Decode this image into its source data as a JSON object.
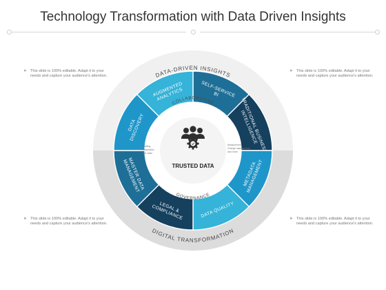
{
  "title": "Technology Transformation with Data Driven Insights",
  "notes": {
    "top_left": "This slide is 100% editable. Adapt it to your needs and capture your audience's attention.",
    "top_right": "This slide is 100% editable. Adapt it to your needs and capture your audience's attention.",
    "bottom_left": "This slide is 100% editable. Adapt it to your needs and capture your audience's attention.",
    "bottom_right": "This slide is 100% editable. Adapt it to your needs and capture your audience's attention."
  },
  "outer_bands": {
    "top": "DATA-DRIVEN INSIGHTS",
    "bottom": "DIGITAL TRANSFORMATION"
  },
  "inner_rings": {
    "top": "COLLABORATIVE",
    "bottom": "GOVERNANCE"
  },
  "segments": [
    {
      "label": "SELF-SERVICE BI",
      "color": "#1e6f97"
    },
    {
      "label": "TRADITIONAL BUSINESS INTELLIGENCE",
      "color": "#15405e"
    },
    {
      "label": "METADATA MANAGEMENT",
      "color": "#1f96c9"
    },
    {
      "label": "DATA QUALITY",
      "color": "#35b3d8"
    },
    {
      "label": "LEGAL & COMPLIANCE",
      "color": "#15405e"
    },
    {
      "label": "MASTER DATA MANAGEMENT",
      "color": "#1e6f97"
    },
    {
      "label": "DATA DISCOVERY",
      "color": "#1f96c9"
    },
    {
      "label": "AUGMENTED ANALYTICS",
      "color": "#35b3d8"
    }
  ],
  "center": {
    "title": "TRUSTED DATA",
    "left_list": [
      "Profiling",
      "Preparation",
      "Text class"
    ],
    "right_list": [
      "Measurement",
      "Change management",
      "And more"
    ]
  },
  "colors": {
    "band_top": "#f0f0f0",
    "band_bottom": "#dcdcdc",
    "ring": "#ffffff",
    "center_bg": "#f4f4f4",
    "icon": "#2f2f2f"
  },
  "icons": {
    "center": "team-gear-icon",
    "bullet": "arrow-bullet-icon"
  }
}
